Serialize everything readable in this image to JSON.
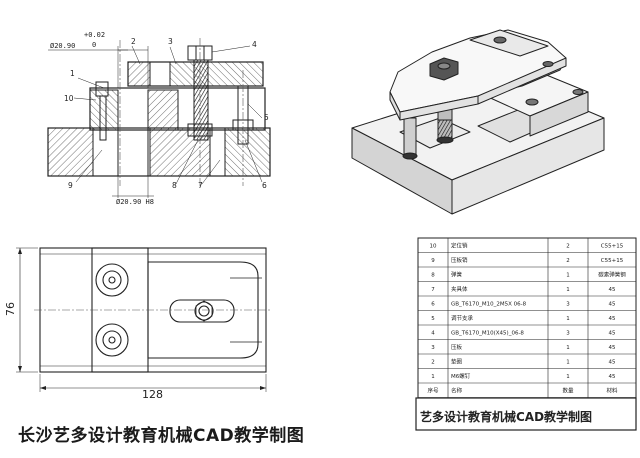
{
  "caption": "长沙艺多设计教育机械CAD教学制图",
  "title_block_text": "艺多设计教育机械CAD教学制图",
  "section_view": {
    "tol_upper": "+0.02",
    "tol_lower": "0",
    "dim_top": "Ø20.90",
    "dim_bottom": "Ø20.90 H8",
    "balloons": [
      "1",
      "10",
      "2",
      "3",
      "4",
      "5",
      "9",
      "8",
      "7",
      "6"
    ]
  },
  "top_view": {
    "width_dim": "128",
    "height_dim": "76"
  },
  "bom": {
    "rows": [
      {
        "no": "10",
        "name": "定位销",
        "qty": "2",
        "mat": "C55+15"
      },
      {
        "no": "9",
        "name": "压板销",
        "qty": "2",
        "mat": "C55+15"
      },
      {
        "no": "8",
        "name": "弹簧",
        "qty": "1",
        "mat": "碳素弹簧钢"
      },
      {
        "no": "7",
        "name": "夹具体",
        "qty": "1",
        "mat": "45"
      },
      {
        "no": "6",
        "name": "GB_T6170_M10_2M5X 06-8",
        "qty": "3",
        "mat": "45"
      },
      {
        "no": "5",
        "name": "调节支承",
        "qty": "1",
        "mat": "45"
      },
      {
        "no": "4",
        "name": "GB_T6170_M10(X45)_06-8",
        "qty": "3",
        "mat": "45"
      },
      {
        "no": "3",
        "name": "压板",
        "qty": "1",
        "mat": "45"
      },
      {
        "no": "2",
        "name": "垫圈",
        "qty": "1",
        "mat": "45"
      },
      {
        "no": "1",
        "name": "M6螺钉",
        "qty": "1",
        "mat": "45"
      }
    ],
    "header": {
      "no": "序号",
      "name": "名称",
      "qty": "数量",
      "mat": "材料"
    }
  }
}
